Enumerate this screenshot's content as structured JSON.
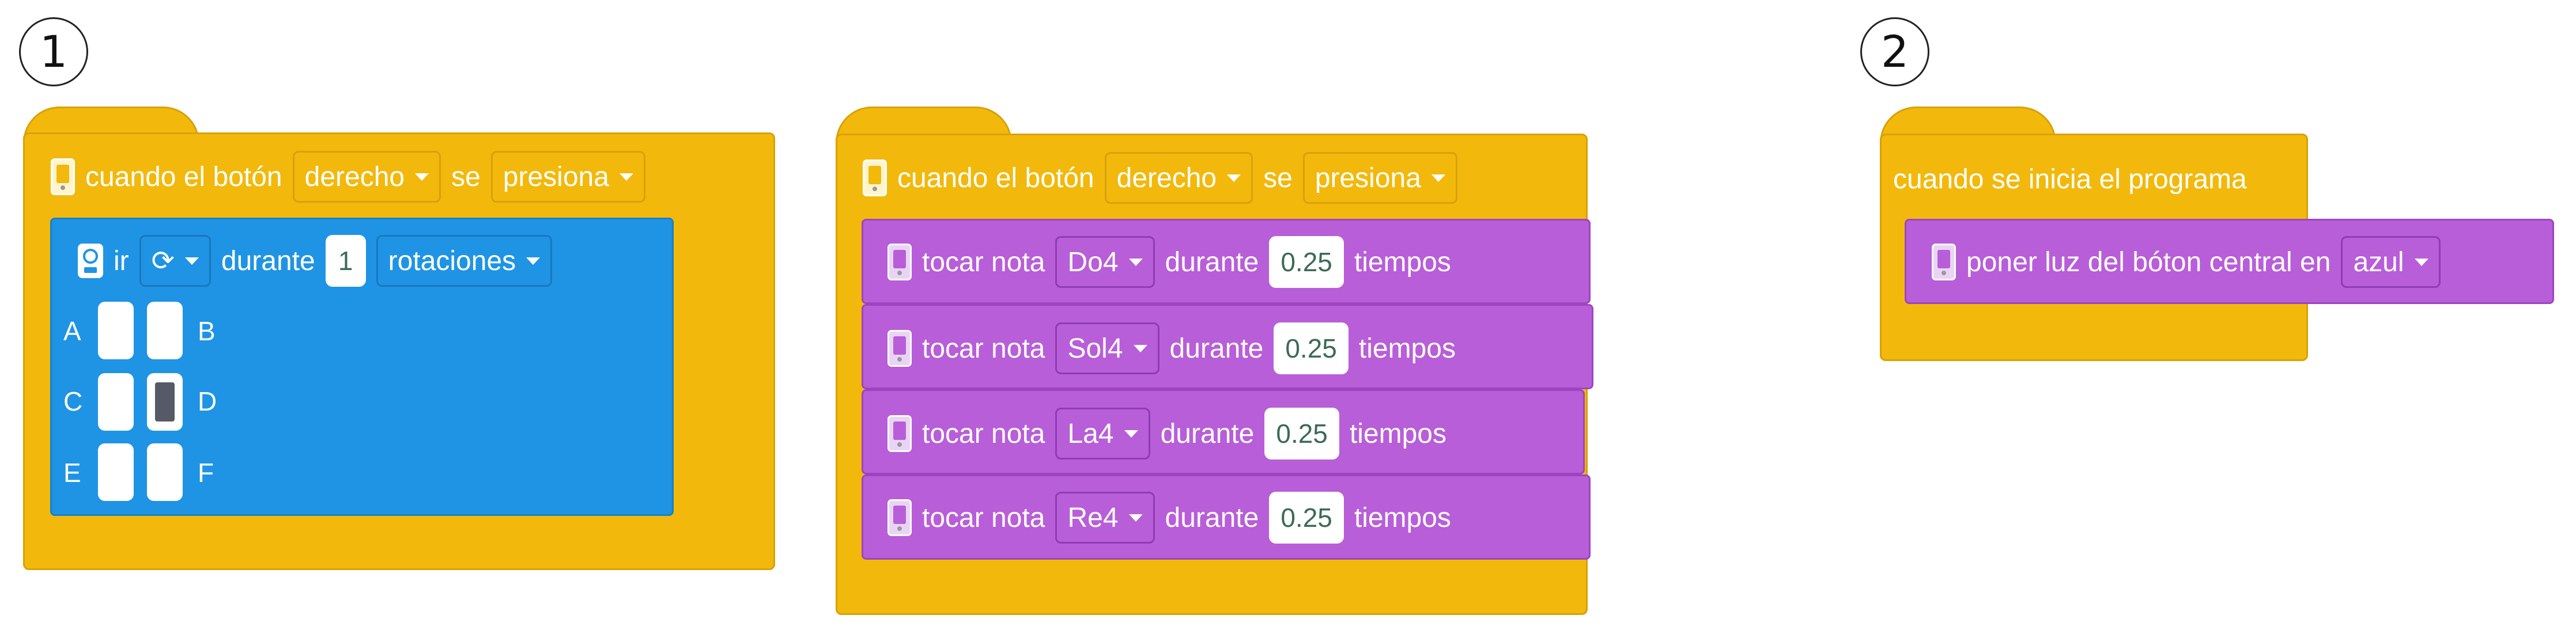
{
  "steps": {
    "one": "1",
    "two": "2"
  },
  "program1": {
    "event": {
      "when_button": "cuando el botón",
      "button": "derecho",
      "se": "se",
      "action": "presiona"
    },
    "motor": {
      "ir": "ir",
      "direction_icon": "clockwise-rotation-icon",
      "durante": "durante",
      "amount": "1",
      "unit": "rotaciones",
      "ports": [
        {
          "left": "A",
          "right": "B",
          "left_selected": false,
          "right_selected": false
        },
        {
          "left": "C",
          "right": "D",
          "left_selected": false,
          "right_selected": true
        },
        {
          "left": "E",
          "right": "F",
          "left_selected": false,
          "right_selected": false
        }
      ]
    }
  },
  "program2": {
    "event": {
      "when_button": "cuando el botón",
      "button": "derecho",
      "se": "se",
      "action": "presiona"
    },
    "notes": [
      {
        "label": "tocar nota",
        "note": "Do4",
        "durante": "durante",
        "beats": "0.25",
        "unit": "tiempos"
      },
      {
        "label": "tocar nota",
        "note": "Sol4",
        "durante": "durante",
        "beats": "0.25",
        "unit": "tiempos"
      },
      {
        "label": "tocar nota",
        "note": "La4",
        "durante": "durante",
        "beats": "0.25",
        "unit": "tiempos"
      },
      {
        "label": "tocar nota",
        "note": "Re4",
        "durante": "durante",
        "beats": "0.25",
        "unit": "tiempos"
      }
    ]
  },
  "program3": {
    "event": {
      "label": "cuando se inicia el programa"
    },
    "light": {
      "label": "poner luz del bóton central en",
      "color": "azul"
    }
  },
  "colors": {
    "event": "#f2b90c",
    "motor": "#1f94e4",
    "sound": "#b85ed8"
  }
}
